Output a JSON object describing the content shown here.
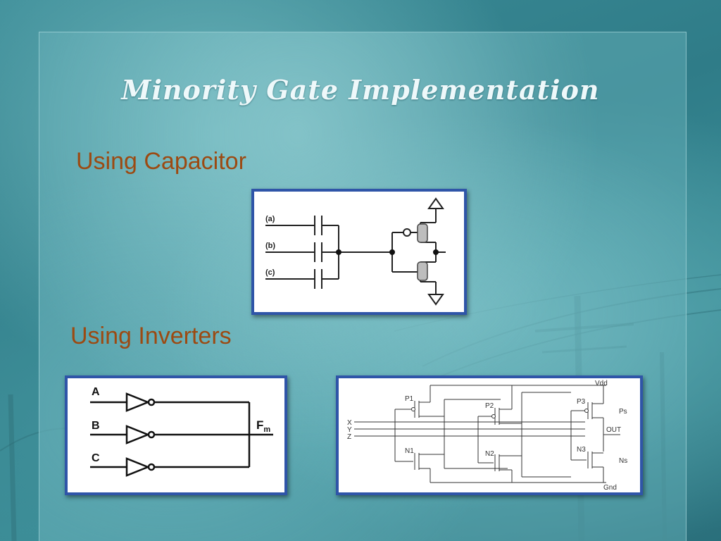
{
  "slide": {
    "title": "Minority Gate Implementation",
    "subtitle_capacitor": "Using Capacitor",
    "subtitle_inverters": "Using Inverters"
  },
  "capacitor_figure": {
    "inputs": [
      "(a)",
      "(b)",
      "(c)"
    ]
  },
  "inverter_figure": {
    "inputs": [
      "A",
      "B",
      "C"
    ],
    "output": "F",
    "output_subscript": "m"
  },
  "transistor_figure": {
    "supply": "Vdd",
    "ground": "Gnd",
    "inputs": [
      "X",
      "Y",
      "Z"
    ],
    "pmos": [
      "P1",
      "P2",
      "P3"
    ],
    "nmos": [
      "N1",
      "N2",
      "N3"
    ],
    "ps_label": "Ps",
    "ns_label": "Ns",
    "out_label": "OUT"
  },
  "colors": {
    "title": "#eef8fa",
    "subtitle": "#9c4a12",
    "figure_border": "#2f55a8"
  }
}
